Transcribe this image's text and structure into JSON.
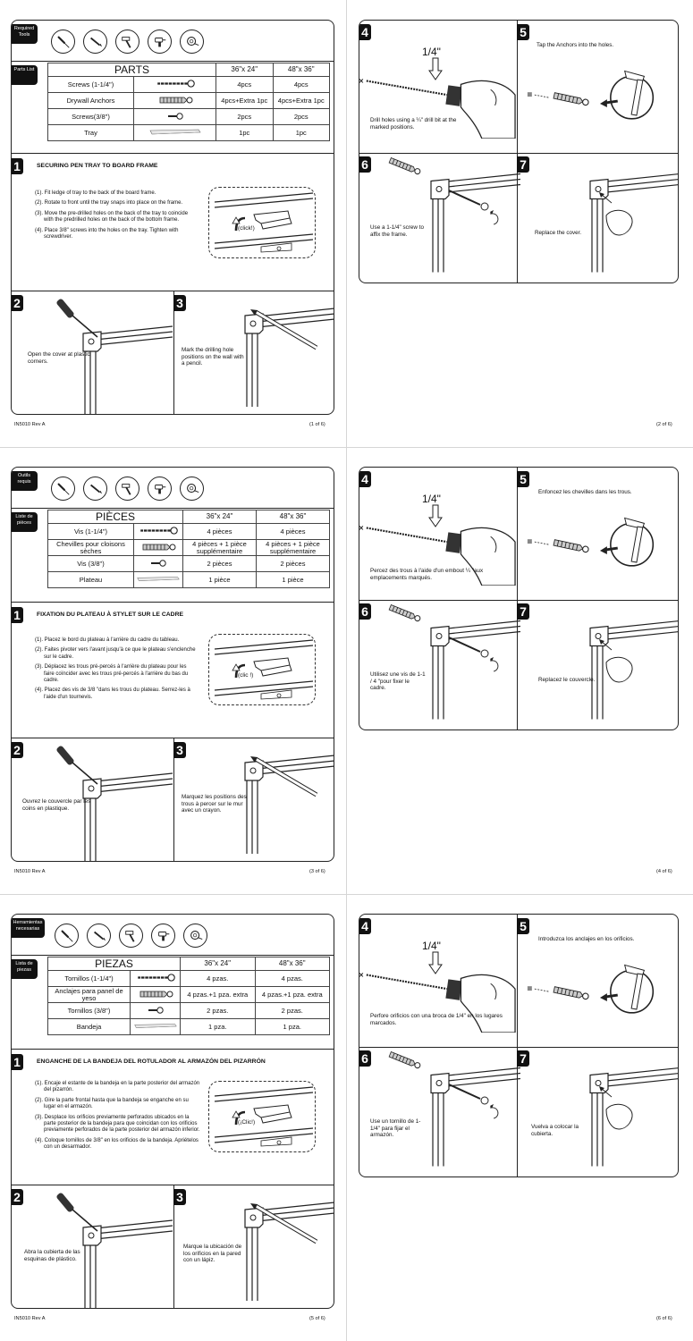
{
  "footer_code": "IN5010 Rev A",
  "drill_size": "1/4\"",
  "sizes": [
    "36\"x 24\"",
    "48\"x 36\""
  ],
  "pages": {
    "en": {
      "tools_tab": "Required Tools",
      "parts_tab": "Parts List",
      "parts_header": "PARTS",
      "rows": [
        {
          "name": "Screws (1-1/4\")",
          "small": "4pcs",
          "large": "4pcs"
        },
        {
          "name": "Drywall Anchors",
          "small": "4pcs+Extra 1pc",
          "large": "4pcs+Extra 1pc"
        },
        {
          "name": "Screws(3/8\")",
          "small": "2pcs",
          "large": "2pcs"
        },
        {
          "name": "Tray",
          "small": "1pc",
          "large": "1pc"
        }
      ],
      "step1_title": "SECURING PEN TRAY TO BOARD FRAME",
      "step1_items": [
        "(1). Fit ledge of tray to the back of the board frame.",
        "(2). Rotate to front until the tray snaps into place on the frame.",
        "(3). Move the pre-drilled holes on the back of the tray to coincide with the predrilled holes on the back of the bottom frame.",
        "(4). Place 3/8\" screws into the holes on the tray. Tighten with screwdriver."
      ],
      "click_label": "(click!)",
      "step2": "Open the cover at plastic corners.",
      "step3": "Mark the drilling hole positions on the wall with a pencil.",
      "page_left": "(1 of 6)",
      "step4": "Drill holes using a ¼\" drill bit at the marked positions.",
      "step5": "Tap the Anchors into the holes.",
      "step6": "Use a 1-1/4\" screw to affix the frame.",
      "step7": "Replace the cover.",
      "page_right": "(2 of 6)"
    },
    "fr": {
      "tools_tab": "Outils requis",
      "parts_tab": "Liste de pièces",
      "parts_header": "PIÈCES",
      "rows": [
        {
          "name": "Vis (1-1/4\")",
          "small": "4 pièces",
          "large": "4 pièces"
        },
        {
          "name": "Chevilles pour cloisons sèches",
          "small": "4 pièces + 1 pièce supplémentaire",
          "large": "4 pièces + 1 pièce supplémentaire"
        },
        {
          "name": "Vis (3/8\")",
          "small": "2 pièces",
          "large": "2 pièces"
        },
        {
          "name": "Plateau",
          "small": "1 pièce",
          "large": "1 pièce"
        }
      ],
      "step1_title": "FIXATION DU PLATEAU À STYLET SUR LE CADRE",
      "step1_items": [
        "(1). Placez le bord du plateau à l'arrière du cadre du tableau.",
        "(2). Faites pivoter vers l'avant jusqu'à ce que le plateau s'enclenche sur le cadre.",
        "(3). Déplacez les trous pré-percés à l'arrière du plateau pour les faire coïncider avec les trous pré-percés à l'arrière du bas du cadre.",
        "(4). Placez des vis de 3/8 \"dans les trous du plateau. Serrez-les à l'aide d'un tournevis."
      ],
      "click_label": "(clic !)",
      "step2": "Ouvrez le couvercle par les coins en plastique.",
      "step3": "Marquez les positions des trous à percer sur le mur avec un crayon.",
      "page_left": "(3 of 6)",
      "step4": "Percez des trous à l'aide d'un embout ¼ \"aux emplacements marqués.",
      "step5": "Enfoncez les chevilles dans les trous.",
      "step6": "Utilisez une vis de 1-1 / 4 \"pour fixer le cadre.",
      "step7": "Replacez le couvercle.",
      "page_right": "(4 of 6)"
    },
    "es": {
      "tools_tab": "Herramientas necesarias",
      "parts_tab": "Lista de piezas",
      "parts_header": "PIEZAS",
      "rows": [
        {
          "name": "Tornillos (1-1/4\")",
          "small": "4 pzas.",
          "large": "4 pzas."
        },
        {
          "name": "Anclajes para panel de yeso",
          "small": "4 pzas.+1 pza. extra",
          "large": "4 pzas.+1 pza. extra"
        },
        {
          "name": "Tornillos (3/8\")",
          "small": "2 pzas.",
          "large": "2 pzas."
        },
        {
          "name": "Bandeja",
          "small": "1 pza.",
          "large": "1 pza."
        }
      ],
      "step1_title": "ENGANCHE DE LA BANDEJA DEL ROTULADOR AL ARMAZÓN DEL PIZARRÓN",
      "step1_items": [
        "(1). Encaje el estante de la bandeja en la parte posterior del armazón del pizarrón.",
        "(2). Gire la parte frontal hasta que la bandeja se enganche en su lugar en el armazón.",
        "(3). Desplace los orificios previamente perforados ubicados en la parte posterior de la bandeja para que coincidan con los orificios previamente perforados de la parte posterior del armazón inferior.",
        "(4). Coloque tornillos de 3/8\" en los orificios de la bandeja. Apriételos con un desarmador."
      ],
      "click_label": "(¡Clic!)",
      "step2": "Abra la cubierta de las esquinas de plástico.",
      "step3": "Marque la ubicación de los orificios en la pared con un lápiz.",
      "page_left": "(5 of 6)",
      "step4": "Perfore orificios con una broca de 1/4\" en los lugares marcados.",
      "step5": "Introduzca los anclajes en los orificios.",
      "step6": "Use un tornillo de 1-1/4\" para fijar el armazón.",
      "step7": "Vuelva a colocar la cubierta.",
      "page_right": "(6 of 6)"
    }
  }
}
